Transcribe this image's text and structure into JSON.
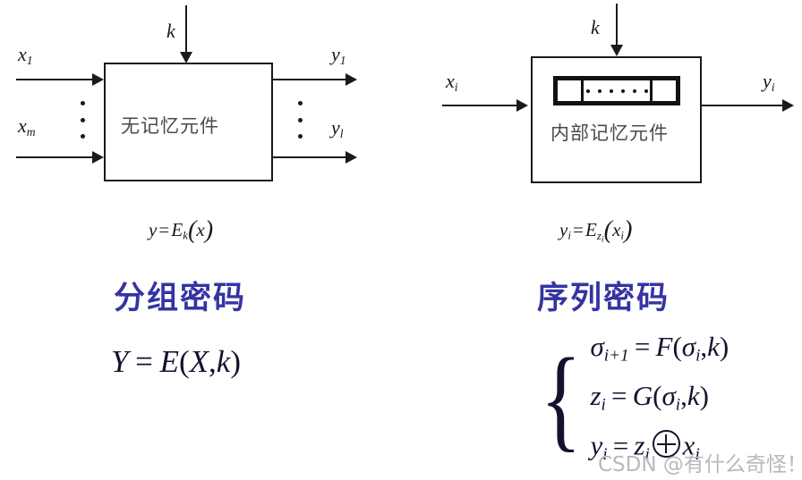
{
  "figure": {
    "title_semantic": "block-cipher-vs-stream-cipher-comparison",
    "accent_color": "#3434a3",
    "line_color": "#1a1a1a",
    "box_label_color": "#4a4a4a"
  },
  "left": {
    "box_label": "无记忆元件",
    "key_label": "k",
    "inputs": [
      {
        "base": "x",
        "sub": "1"
      },
      {
        "base": "x",
        "sub": "m"
      }
    ],
    "outputs": [
      {
        "base": "y",
        "sub": "1"
      },
      {
        "base": "y",
        "sub": "l"
      }
    ],
    "formula": {
      "lhs": "y",
      "eq": "=",
      "fn": "E",
      "fn_sub": "k",
      "open": "(",
      "arg": "x",
      "close": ")"
    },
    "title": "分组密码",
    "big_formula": {
      "lhs": "Y",
      "eq": "=",
      "fn": "E",
      "open": "(",
      "arg1": "X",
      "comma": ",",
      "arg2": "k",
      "close": ")"
    }
  },
  "right": {
    "box_label": "内部记忆元件",
    "key_label": "k",
    "register": {
      "name": "shift-register",
      "dot_count": 6
    },
    "input": {
      "base": "x",
      "sub": "i"
    },
    "output": {
      "base": "y",
      "sub": "i"
    },
    "formula": {
      "lhs": "y",
      "lhs_sub": "i",
      "eq": "=",
      "fn": "E",
      "fn_sub": "z",
      "fn_sub_sub": "i",
      "open": "(",
      "arg": "x",
      "arg_sub": "i",
      "close": ")"
    },
    "title": "序列密码",
    "system": {
      "brace": "{",
      "line1": {
        "lhs": "σ",
        "lhs_sub": "i+1",
        "eq": "=",
        "fn": "F",
        "open": "(",
        "arg1": "σ",
        "arg1_sub": "i",
        "comma": ",",
        "arg2": "k",
        "close": ")"
      },
      "line2": {
        "lhs": "z",
        "lhs_sub": "i",
        "eq": "=",
        "fn": "G",
        "open": "(",
        "arg1": "σ",
        "arg1_sub": "i",
        "comma": ",",
        "arg2": "k",
        "close": ")"
      },
      "line3": {
        "lhs": "y",
        "lhs_sub": "i",
        "eq": "=",
        "arg1": "z",
        "arg1_sub": "i",
        "operator": "⊕",
        "arg2": "x",
        "arg2_sub": "i"
      }
    }
  },
  "watermark": {
    "text": "CSDN @有什么奇怪！"
  }
}
